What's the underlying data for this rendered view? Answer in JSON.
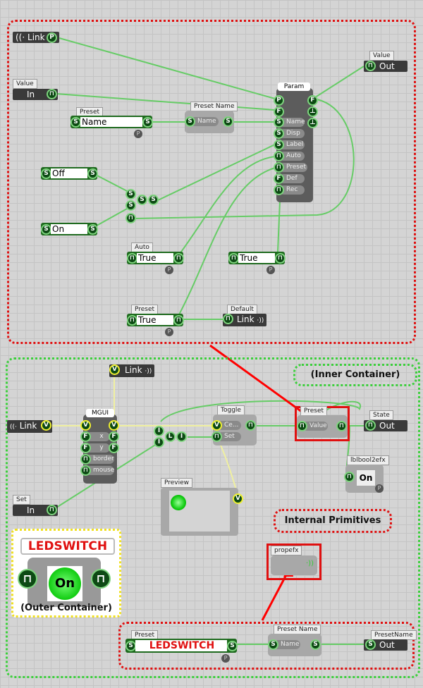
{
  "colors": {
    "wire": "#66cc66",
    "vwire": "#f0f0a0",
    "highlight": "#e01010",
    "container": "#3ccf3c",
    "outer": "#f0e020"
  },
  "top": {
    "link_in": "Link",
    "value_out": {
      "label": "Value",
      "text": "Out"
    },
    "value_in": {
      "label": "Value",
      "text": "In"
    },
    "preset_name_edit": {
      "label": "Preset",
      "value": "Name"
    },
    "preset_name_node": {
      "label": "Preset Name",
      "port": "Name"
    },
    "param": {
      "title": "Param",
      "ports": [
        "Name",
        "Disp",
        "Label",
        "Auto",
        "Preset",
        "Def",
        "Rec"
      ]
    },
    "off_edit": {
      "value": "Off"
    },
    "on_edit": {
      "value": "On"
    },
    "switch_label": "S",
    "auto_edit": {
      "label": "Auto",
      "value": "True"
    },
    "true_edit": {
      "value": "True"
    },
    "preset_edit": {
      "label": "Preset",
      "value": "True"
    },
    "default_out": {
      "label": "Default",
      "text": "Link"
    }
  },
  "bottom": {
    "link_top": "Link",
    "inner_container": "(Inner Container)",
    "link_left": "Link",
    "mgui": {
      "title": "MGUI",
      "ports": [
        "x",
        "y",
        "border",
        "mouse"
      ]
    },
    "logic_label": "L",
    "toggle": {
      "title": "Toggle",
      "ports": [
        "Ce...",
        "Set"
      ]
    },
    "preset": {
      "title": "Preset",
      "port": "Value"
    },
    "state_out": {
      "label": "State",
      "text": "Out"
    },
    "lblbool": {
      "title": "lblbool2efx",
      "value": "On"
    },
    "preview": {
      "title": "Preview"
    },
    "set_in": {
      "label": "Set",
      "text": "In"
    },
    "internal_primitives": "Internal Primitives",
    "outer": {
      "title": "LEDSWITCH",
      "value": "On",
      "caption": "(Outer  Container)"
    },
    "propefx": {
      "title": "propefx"
    },
    "preset_edit": {
      "label": "Preset",
      "value": "LEDSWITCH"
    },
    "preset_name_node": {
      "label": "Preset Name",
      "port": "Name"
    },
    "presetname_out": {
      "label": "PresetName",
      "text": "Out"
    }
  }
}
